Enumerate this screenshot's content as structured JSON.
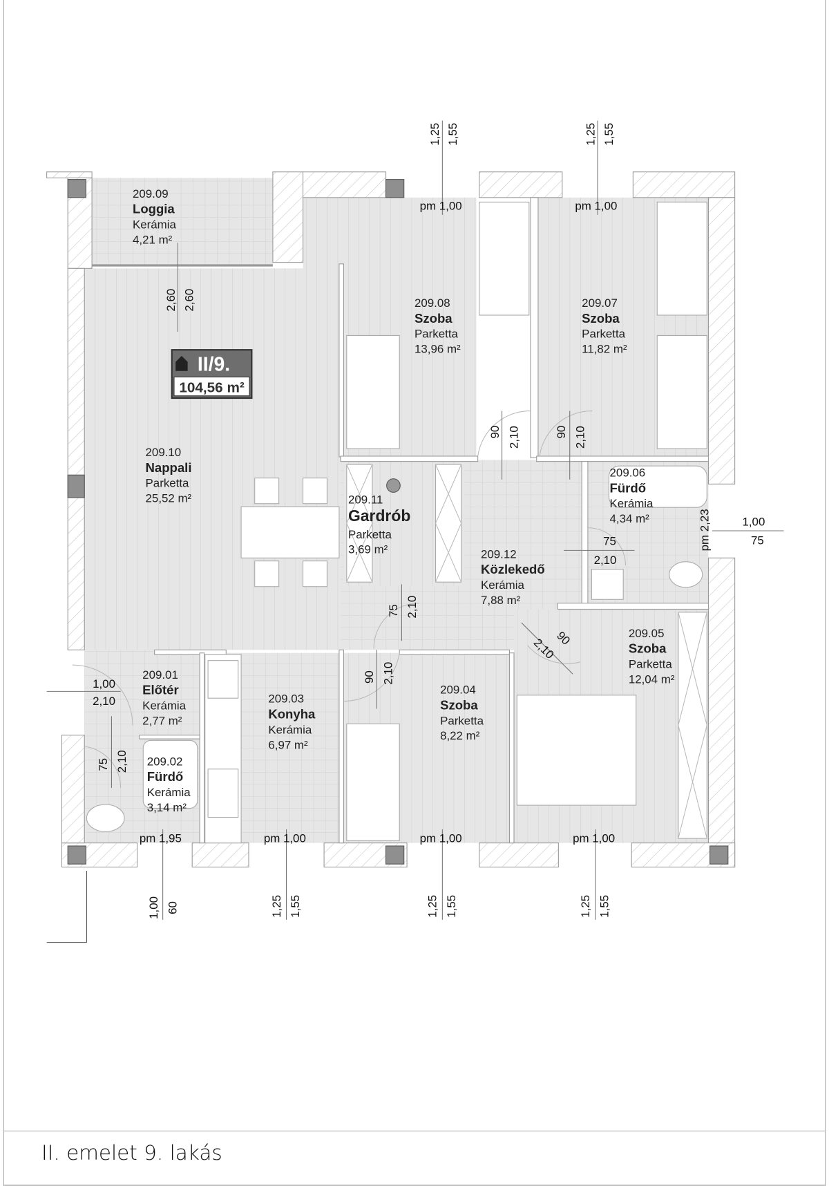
{
  "title": "II. emelet 9. lakás",
  "apartment_badge": {
    "number": "II/9.",
    "area": "104,56 m²",
    "icon": "home-icon"
  },
  "rooms": [
    {
      "id": "209.09",
      "name": "Loggia",
      "floor": "Kerámia",
      "area": "4,21 m²"
    },
    {
      "id": "209.08",
      "name": "Szoba",
      "floor": "Parketta",
      "area": "13,96 m²"
    },
    {
      "id": "209.07",
      "name": "Szoba",
      "floor": "Parketta",
      "area": "11,82 m²"
    },
    {
      "id": "209.10",
      "name": "Nappali",
      "floor": "Parketta",
      "area": "25,52 m²"
    },
    {
      "id": "209.11",
      "name": "Gardrób",
      "floor": "Parketta",
      "area": "3,69 m²"
    },
    {
      "id": "209.06",
      "name": "Fürdő",
      "floor": "Kerámia",
      "area": "4,34 m²"
    },
    {
      "id": "209.12",
      "name": "Közlekedő",
      "floor": "Kerámia",
      "area": "7,88 m²"
    },
    {
      "id": "209.05",
      "name": "Szoba",
      "floor": "Parketta",
      "area": "12,04 m²"
    },
    {
      "id": "209.01",
      "name": "Előtér",
      "floor": "Kerámia",
      "area": "2,77 m²"
    },
    {
      "id": "209.03",
      "name": "Konyha",
      "floor": "Kerámia",
      "area": "6,97 m²"
    },
    {
      "id": "209.04",
      "name": "Szoba",
      "floor": "Parketta",
      "area": "8,22 m²"
    },
    {
      "id": "209.02",
      "name": "Fürdő",
      "floor": "Kerámia",
      "area": "3,14 m²"
    }
  ],
  "dimensions": {
    "top_windows": [
      {
        "sill": "1,25",
        "height": "1,55",
        "parapet": "pm 1,00"
      },
      {
        "sill": "1,25",
        "height": "1,55",
        "parapet": "pm 1,00"
      }
    ],
    "loggia_door": {
      "width": "2,60",
      "height": "2,60"
    },
    "doors": [
      {
        "width": "90",
        "height": "2,10"
      },
      {
        "width": "90",
        "height": "2,10"
      },
      {
        "width": "75",
        "height": "2,10"
      },
      {
        "width": "75",
        "height": "2,10"
      },
      {
        "width": "90",
        "height": "2,10"
      },
      {
        "width": "90",
        "height": "2,10"
      },
      {
        "width": "1,00",
        "height": "2,10"
      },
      {
        "width": "75",
        "height": "2,10"
      }
    ],
    "right_window": {
      "parapet": "pm 2,23",
      "sill": "1,00",
      "height": "75"
    },
    "bottom_windows": [
      {
        "sill": "1,00",
        "height": "60",
        "parapet": "pm 1,95"
      },
      {
        "sill": "1,25",
        "height": "1,55",
        "parapet": "pm 1,00"
      },
      {
        "sill": "1,25",
        "height": "1,55",
        "parapet": "pm 1,00"
      },
      {
        "sill": "1,25",
        "height": "1,55",
        "parapet": "pm 1,00"
      }
    ]
  }
}
